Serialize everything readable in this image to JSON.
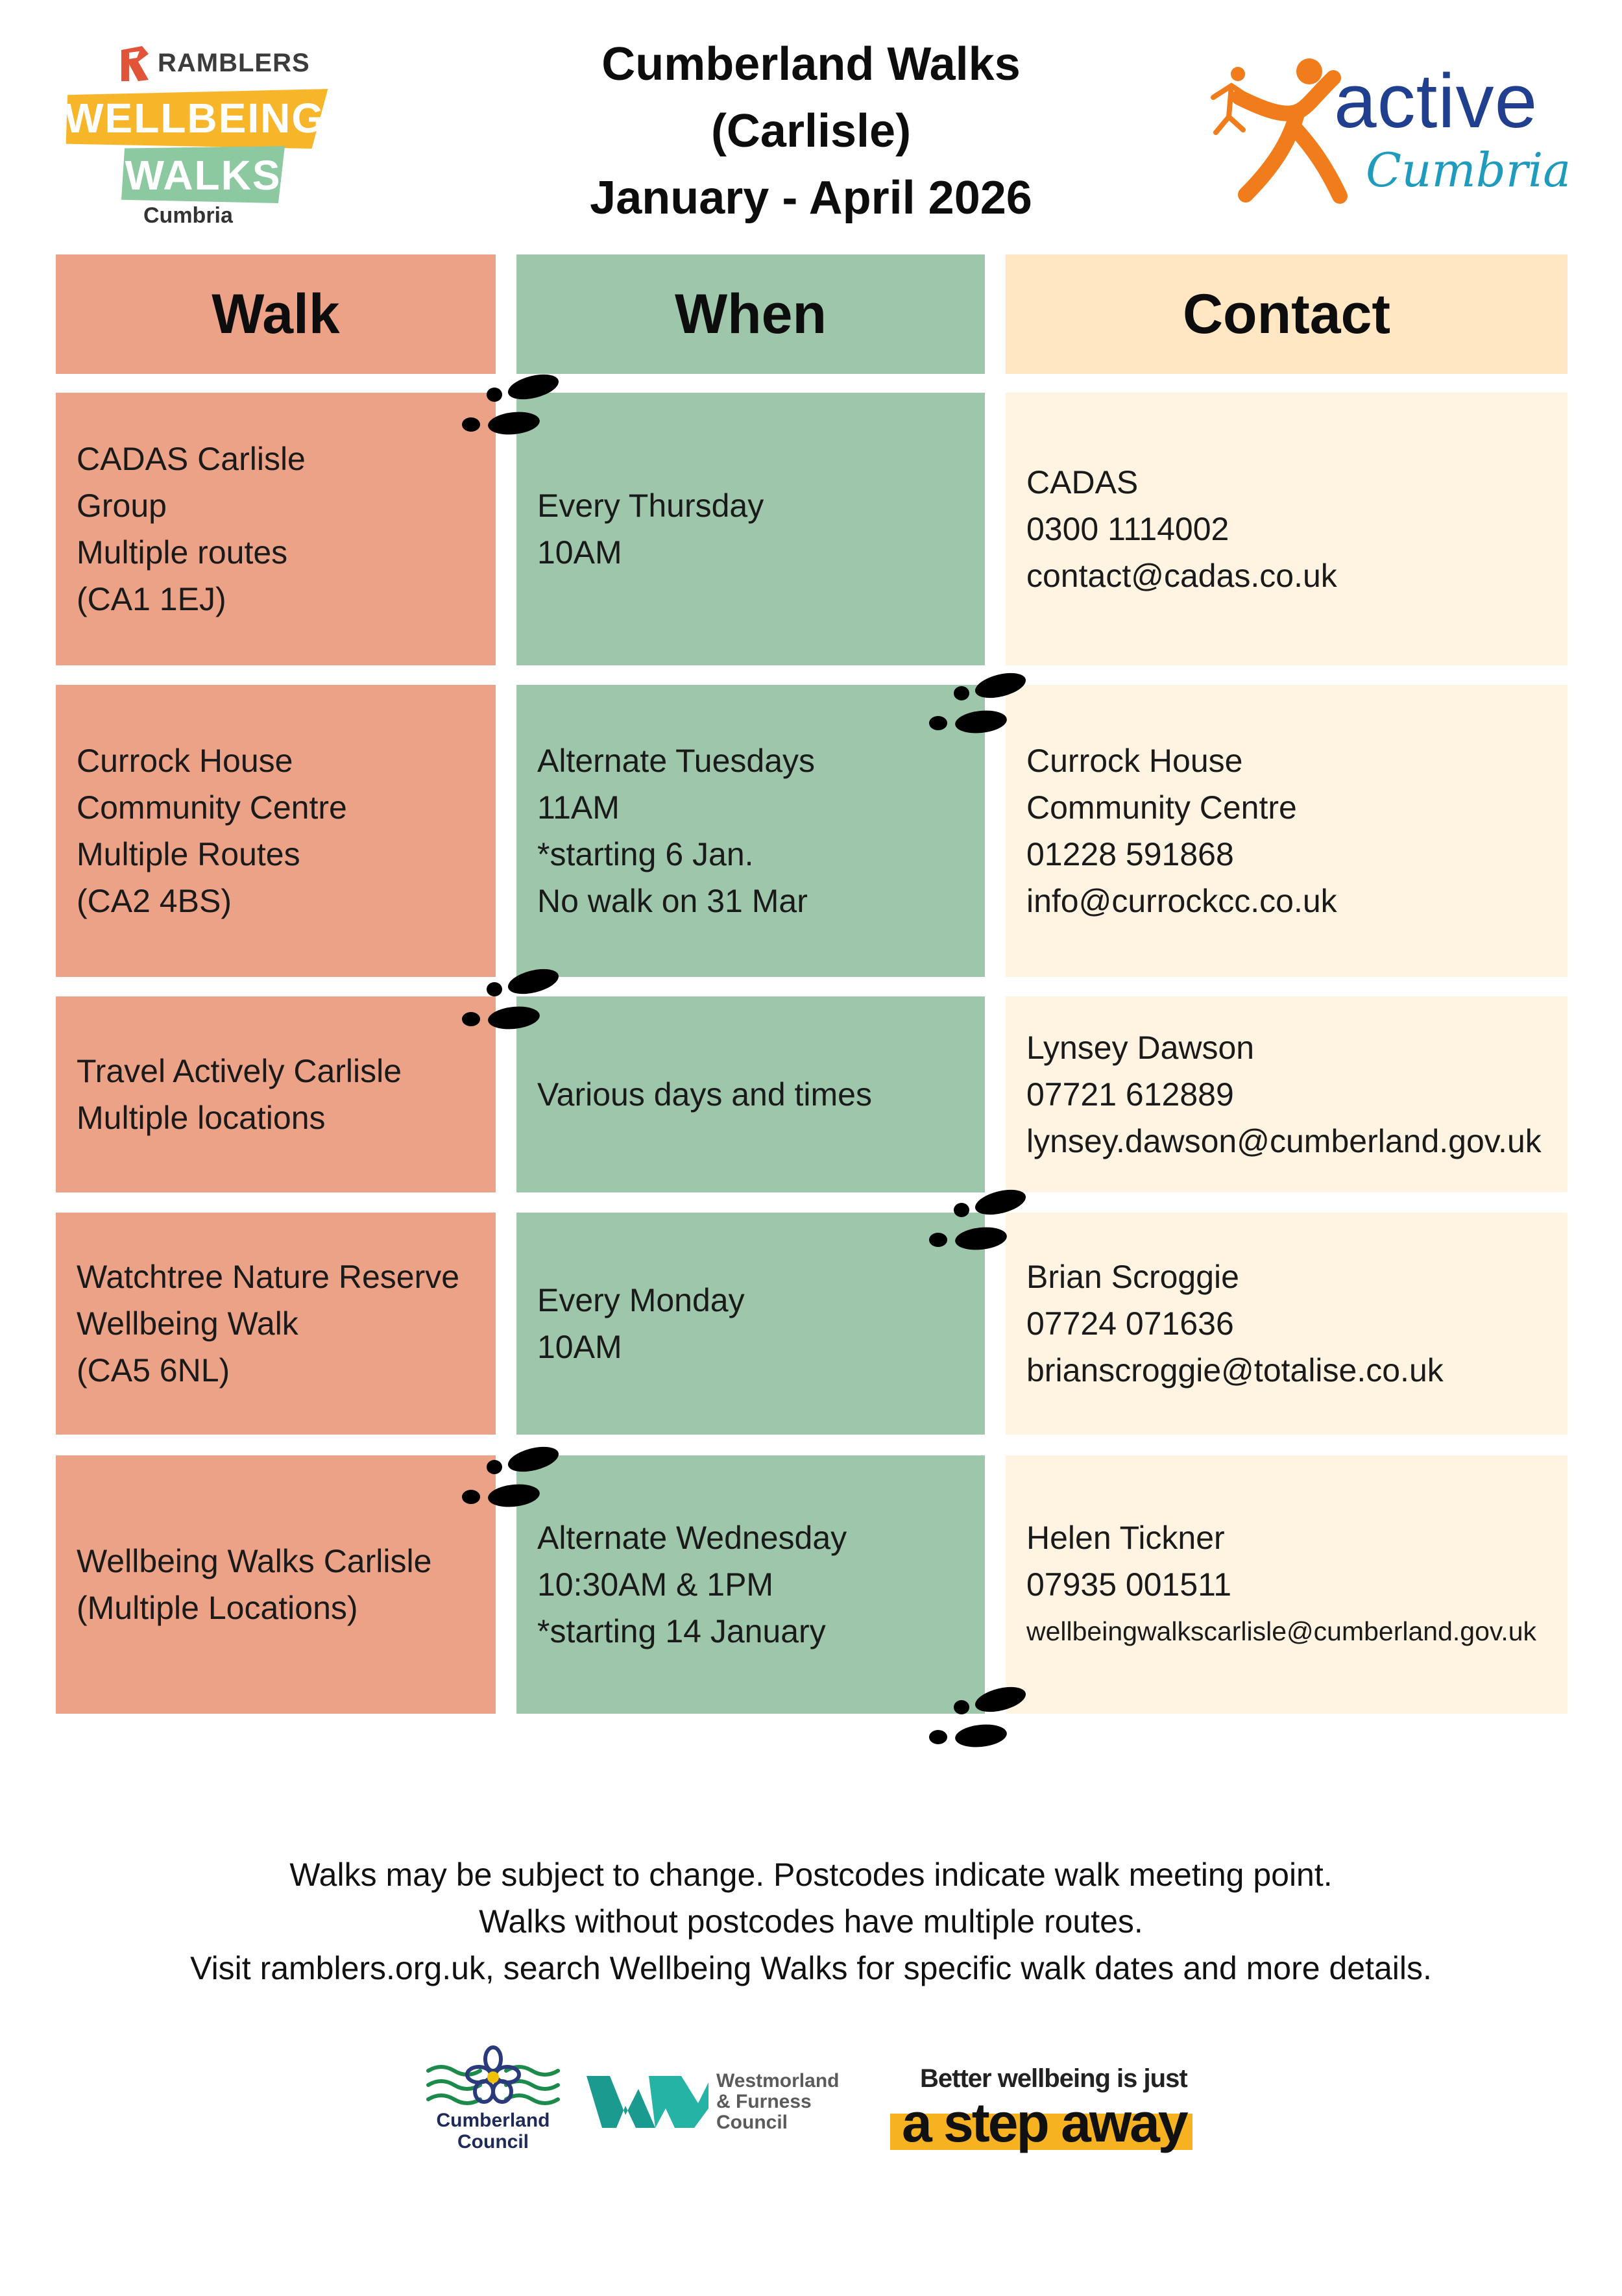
{
  "header": {
    "title_lines": [
      "Cumberland Walks",
      "(Carlisle)",
      "January - April 2026"
    ]
  },
  "logos": {
    "ramblers": {
      "brand": "RAMBLERS",
      "line1": "WELLBEING",
      "line2": "WALKS",
      "region": "Cumbria"
    },
    "active_cumbria": {
      "word1": "active",
      "word2": "Cumbria"
    }
  },
  "table": {
    "headers": {
      "walk": "Walk",
      "when": "When",
      "contact": "Contact"
    },
    "rows": [
      {
        "walk": [
          "CADAS Carlisle",
          "Group",
          "Multiple routes",
          "(CA1 1EJ)"
        ],
        "when": [
          "Every Thursday",
          "10AM"
        ],
        "contact": [
          "CADAS",
          "0300 1114002",
          "contact@cadas.co.uk"
        ]
      },
      {
        "walk": [
          "Currock House",
          "Community Centre",
          "Multiple Routes",
          "(CA2 4BS)"
        ],
        "when": [
          "Alternate Tuesdays",
          "11AM",
          "*starting 6 Jan.",
          "No walk on 31 Mar"
        ],
        "contact": [
          "Currock House",
          "Community Centre",
          "01228 591868",
          "info@currockcc.co.uk"
        ]
      },
      {
        "walk": [
          "Travel Actively Carlisle",
          "Multiple locations"
        ],
        "when": [
          "Various days and times"
        ],
        "contact": [
          "Lynsey Dawson",
          "07721 612889",
          "lynsey.dawson@cumberland.gov.uk"
        ]
      },
      {
        "walk": [
          "Watchtree Nature Reserve",
          "Wellbeing Walk",
          "(CA5 6NL)"
        ],
        "when": [
          "Every Monday",
          "10AM"
        ],
        "contact": [
          "Brian Scroggie",
          "07724 071636",
          "brianscroggie@totalise.co.uk"
        ]
      },
      {
        "walk": [
          "Wellbeing Walks Carlisle",
          "(Multiple Locations)"
        ],
        "when": [
          "Alternate Wednesday",
          "10:30AM & 1PM",
          "*starting 14 January"
        ],
        "contact": [
          "Helen Tickner",
          "07935 001511",
          "wellbeingwalkscarlisle@cumberland.gov.uk"
        ]
      }
    ]
  },
  "footer": {
    "notes": [
      "Walks may be subject to change.  Postcodes indicate walk meeting point.",
      "Walks without postcodes have multiple routes.",
      "Visit ramblers.org.uk, search Wellbeing Walks for specific walk dates and more details."
    ],
    "partners": {
      "cumberland_council": [
        "Cumberland",
        "Council"
      ],
      "westmorland": [
        "Westmorland",
        "& Furness",
        "Council"
      ],
      "better_wellbeing": {
        "line1": "Better wellbeing is just",
        "line2": "a step away"
      }
    }
  },
  "colors": {
    "walk_column": "#eca286",
    "when_column": "#9dc6aa",
    "contact_header": "#ffe7c4",
    "contact_column": "#fff3e2",
    "ramblers_yellow": "#f7b62a",
    "ramblers_green": "#8cc9a0",
    "active_orange": "#f07c1c",
    "active_navy": "#203f8f"
  },
  "icons": [
    "footprints-icon",
    "ramblers-logo",
    "active-cumbria-figure-icon",
    "cumberland-council-crest-icon",
    "westmorland-furness-logo"
  ]
}
